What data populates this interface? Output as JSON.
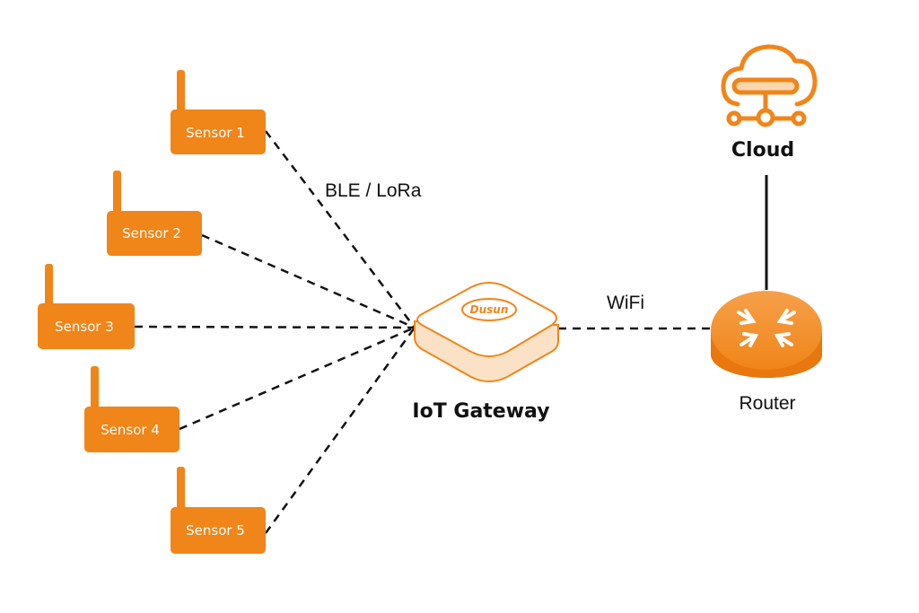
{
  "colors": {
    "accent": "#f08519",
    "accent_light": "#fbd7b0",
    "link": "#111111",
    "text": "#111111"
  },
  "sensors": [
    {
      "label": "Sensor 1"
    },
    {
      "label": "Sensor 2"
    },
    {
      "label": "Sensor 3"
    },
    {
      "label": "Sensor 4"
    },
    {
      "label": "Sensor 5"
    }
  ],
  "links": {
    "sensor_link_label": "BLE / LoRa",
    "router_link_label": "WiFi"
  },
  "gateway": {
    "title": "IoT Gateway",
    "brand": "Dusun"
  },
  "router": {
    "title": "Router",
    "icon": "router-icon"
  },
  "cloud": {
    "title": "Cloud",
    "icon": "cloud-icon"
  }
}
